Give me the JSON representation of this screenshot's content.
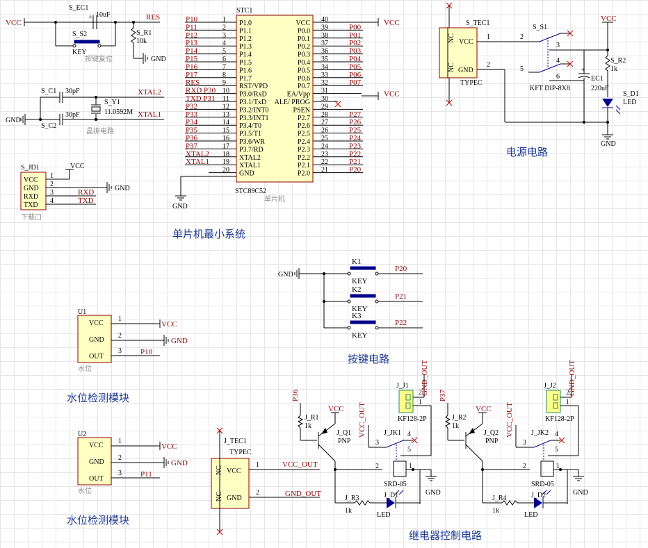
{
  "titles": {
    "mcu_min_system": "单片机最小系统",
    "power_circuit": "电源电路",
    "key_circuit": "按键电路",
    "water_module_1": "水位检测模块",
    "water_module_2": "水位检测模块",
    "relay_control": "继电器控制电路"
  },
  "mcu": {
    "designator": "STC1",
    "part": "STC89C52",
    "comment": "单片机",
    "left_pins": [
      {
        "num": "1",
        "name": "P1.0",
        "net": "P10"
      },
      {
        "num": "2",
        "name": "P1.1",
        "net": "P11"
      },
      {
        "num": "3",
        "name": "P1.2",
        "net": "P12"
      },
      {
        "num": "4",
        "name": "P1.3",
        "net": "P13"
      },
      {
        "num": "5",
        "name": "P1.4",
        "net": "P14"
      },
      {
        "num": "6",
        "name": "P1.5",
        "net": "P15"
      },
      {
        "num": "7",
        "name": "P1.6",
        "net": "P16"
      },
      {
        "num": "8",
        "name": "P1.7",
        "net": "P17"
      },
      {
        "num": "9",
        "name": "RST/VPD",
        "net": "RES"
      },
      {
        "num": "10",
        "name": "P3.0/RxD",
        "net": "RXD P30"
      },
      {
        "num": "11",
        "name": "P3.1/TxD",
        "net": "TXD P31"
      },
      {
        "num": "12",
        "name": "P3.2/INT0",
        "net": "P32"
      },
      {
        "num": "13",
        "name": "P3.3/INT1",
        "net": "P33"
      },
      {
        "num": "14",
        "name": "P3.4/T0",
        "net": "P34"
      },
      {
        "num": "15",
        "name": "P3.5/T1",
        "net": "P35"
      },
      {
        "num": "16",
        "name": "P3.6/WR",
        "net": "P36"
      },
      {
        "num": "17",
        "name": "P3.7/RD",
        "net": "P37"
      },
      {
        "num": "18",
        "name": "XTAL2",
        "net": "XTAL2"
      },
      {
        "num": "19",
        "name": "XTAL1",
        "net": "XTAL1"
      },
      {
        "num": "20",
        "name": "GND",
        "net": ""
      }
    ],
    "right_pins": [
      {
        "num": "40",
        "name": "VCC",
        "net": "VCC"
      },
      {
        "num": "39",
        "name": "P0.0",
        "net": "P00"
      },
      {
        "num": "38",
        "name": "P0.1",
        "net": "P01"
      },
      {
        "num": "37",
        "name": "P0.2",
        "net": "P02"
      },
      {
        "num": "36",
        "name": "P0.3",
        "net": "P03"
      },
      {
        "num": "35",
        "name": "P0.4",
        "net": "P04"
      },
      {
        "num": "34",
        "name": "P0.5",
        "net": "P05"
      },
      {
        "num": "33",
        "name": "P0.6",
        "net": "P06"
      },
      {
        "num": "32",
        "name": "P0.7",
        "net": "P07"
      },
      {
        "num": "31",
        "name": "EA/Vpp",
        "net": "VCC"
      },
      {
        "num": "30",
        "name": "ALE/ PROG",
        "net": ""
      },
      {
        "num": "29",
        "name": "PSEN",
        "net": ""
      },
      {
        "num": "28",
        "name": "P2.7",
        "net": "P27"
      },
      {
        "num": "27",
        "name": "P2.6",
        "net": "P26"
      },
      {
        "num": "26",
        "name": "P2.5",
        "net": "P25"
      },
      {
        "num": "25",
        "name": "P2.4",
        "net": "P24"
      },
      {
        "num": "24",
        "name": "P2.3",
        "net": "P23"
      },
      {
        "num": "23",
        "name": "P2.2",
        "net": "P22"
      },
      {
        "num": "22",
        "name": "P2.1",
        "net": "P21"
      },
      {
        "num": "21",
        "name": "P2.0",
        "net": "P20"
      }
    ],
    "gnd_label": "GND"
  },
  "reset": {
    "vcc": "VCC",
    "cap": "S_EC1",
    "cap_value": "10uF",
    "key": "S_S2",
    "key_type": "KEY",
    "res": "S_R1",
    "res_value": "10k",
    "net_res": "RES",
    "gnd": "GND",
    "comment": "按键复位"
  },
  "crystal": {
    "c1": "S_C1",
    "c1_value": "30pF",
    "c2": "S_C2",
    "c2_value": "30pF",
    "y": "S_Y1",
    "y_value": "11.0592M",
    "xtal2": "XTAL2",
    "xtal1": "XTAL1",
    "gnd": "GND",
    "comment": "晶振电路"
  },
  "download": {
    "designator": "S_JD1",
    "pins": [
      {
        "name": "VCC",
        "num": "1"
      },
      {
        "name": "GND",
        "num": "2"
      },
      {
        "name": "RXD",
        "num": "3"
      },
      {
        "name": "TXD",
        "num": "4"
      }
    ],
    "vcc": "VCC",
    "gnd": "GND",
    "rxd": "RXD",
    "txd": "TXD",
    "comment": "下载口"
  },
  "power": {
    "tec": "S_TEC1",
    "tec_type": "TYPEC",
    "nc": "NC",
    "vcc": "VCC",
    "gnd": "GND",
    "pin1": "1",
    "pin2": "2",
    "switch": "S_S1",
    "switch_type": "KFT DIP-8X8",
    "sw_pins": [
      "2",
      "3",
      "5",
      "4",
      "6"
    ],
    "cap": "EC1",
    "cap_value": "220uF",
    "res": "S_R2",
    "res_value": "1k",
    "led": "S_D1",
    "led_type": "LED",
    "vcc_net": "VCC",
    "gnd_net": "GND"
  },
  "keys": {
    "gnd": "GND",
    "items": [
      {
        "name": "K1",
        "type": "KEY",
        "net": "P20"
      },
      {
        "name": "K2",
        "type": "KEY",
        "net": "P21"
      },
      {
        "name": "K3",
        "type": "KEY",
        "net": "P22"
      }
    ]
  },
  "water1": {
    "designator": "U1",
    "pins": [
      {
        "name": "VCC",
        "num": "1",
        "net": "VCC"
      },
      {
        "name": "GND",
        "num": "2",
        "net": "GND"
      },
      {
        "name": "OUT",
        "num": "3",
        "net": "P10"
      }
    ],
    "comment": "水位"
  },
  "water2": {
    "designator": "U2",
    "pins": [
      {
        "name": "VCC",
        "num": "1",
        "net": "VCC"
      },
      {
        "name": "GND",
        "num": "2",
        "net": "GND"
      },
      {
        "name": "OUT",
        "num": "3",
        "net": "P11"
      }
    ],
    "comment": "水位"
  },
  "jtec": {
    "designator": "J_TEC1",
    "type": "TYPEC",
    "vcc": "VCC",
    "gnd": "GND",
    "nc": "NC",
    "net_vcc_out": "VCC_OUT",
    "net_gnd_out": "GND_OUT",
    "pin1": "1",
    "pin2": "2"
  },
  "relay1": {
    "input_net": "P36",
    "r_in": "J_R1",
    "r_in_value": "1k",
    "vcc": "VCC",
    "q": "J_Q1",
    "q_type": "PNP",
    "vcc_out": "VCC_OUT",
    "jk": "J_JK1",
    "connector": "J_J1",
    "connector_type": "KF128-2P",
    "gnd_out": "GND_OUT",
    "relay_type": "SRD-05",
    "r_led": "J_R3",
    "r_led_value": "1k",
    "led": "J_D1",
    "led_type": "LED",
    "gnd": "GND",
    "pins": [
      "1",
      "2",
      "3",
      "4",
      "5"
    ]
  },
  "relay2": {
    "input_net": "P37",
    "r_in": "J_R2",
    "r_in_value": "1k",
    "vcc": "VCC",
    "q": "J_Q2",
    "q_type": "PNP",
    "vcc_out": "VCC_OUT",
    "jk": "J_JK2",
    "connector": "J_J2",
    "connector_type": "KF128-2P",
    "gnd_out": "GND_OUT",
    "relay_type": "SRD-05",
    "r_led": "J_R4",
    "r_led_value": "1k",
    "led": "J_D2",
    "led_type": "LED",
    "gnd": "GND",
    "pins": [
      "1",
      "2",
      "3",
      "4",
      "5"
    ]
  }
}
